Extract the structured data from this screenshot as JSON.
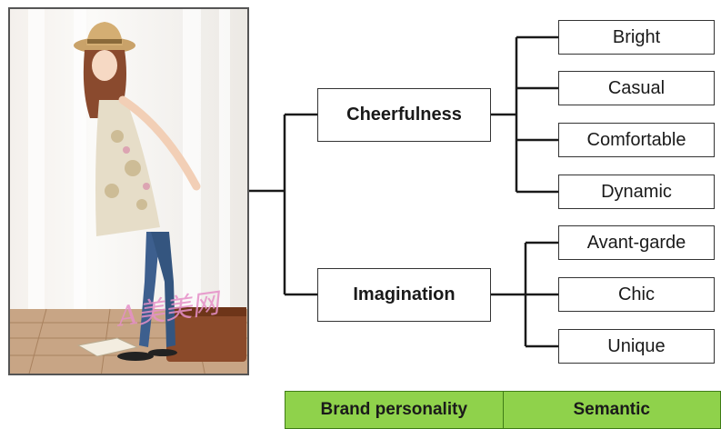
{
  "photo": {
    "watermark": "A美美网"
  },
  "categories": [
    {
      "label": "Cheerfulness",
      "items": [
        "Bright",
        "Casual",
        "Comfortable",
        "Dynamic"
      ]
    },
    {
      "label": "Imagination",
      "items": [
        "Avant-garde",
        "Chic",
        "Unique"
      ]
    }
  ],
  "legend": {
    "left_label": "Brand personality",
    "right_label": "Semantic",
    "color": "#8fd24b"
  }
}
